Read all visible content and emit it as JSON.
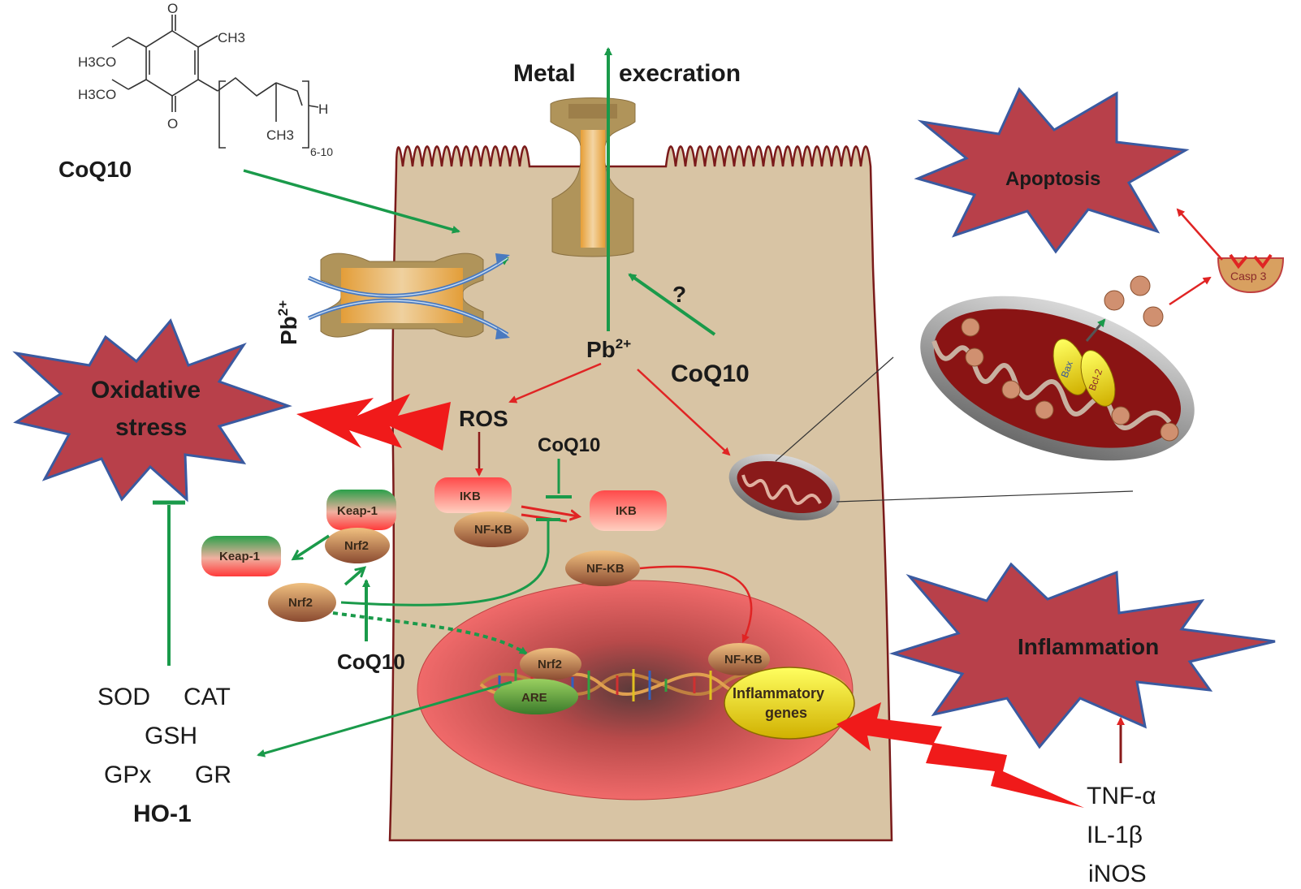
{
  "molecule": {
    "h3co_top": "H3CO",
    "h3co_bottom": "H3CO",
    "o_top": "O",
    "o_bottom": "O",
    "ch3_top": "CH3",
    "ch3_bottom": "CH3",
    "h_end": "H",
    "repeat": "6-10",
    "name": "CoQ10"
  },
  "top": {
    "metal": "Metal",
    "excretion": "execration"
  },
  "cell": {
    "pb_outside": "Pb2+",
    "pb_inside": "Pb2+",
    "question": "?",
    "coq10_right": "CoQ10",
    "ros": "ROS",
    "coq10_mid": "CoQ10",
    "coq10_bottom": "CoQ10",
    "ikb_left": "IKB",
    "nfkb_left": "NF-KB",
    "ikb_right": "IKB",
    "nfkb_right": "NF-KB",
    "keap_complex": "Keap-1",
    "nrf2_complex": "Nrf2",
    "keap_free": "Keap-1",
    "nrf2_free": "Nrf2",
    "nrf2_nucleus": "Nrf2",
    "nfkb_nucleus": "NF-KB",
    "are": "ARE",
    "inflam_genes_1": "Inflammatory",
    "inflam_genes_2": "genes"
  },
  "oxidative": {
    "line1": "Oxidative",
    "line2": "stress"
  },
  "antioxidants": {
    "sod": "SOD",
    "cat": "CAT",
    "gsh": "GSH",
    "gpx": "GPx",
    "gr": "GR",
    "ho1": "HO-1"
  },
  "apoptosis": {
    "label": "Apoptosis",
    "casp3": "Casp 3",
    "bax": "Bax",
    "bcl2": "Bcl-2"
  },
  "inflammation": {
    "label": "Inflammation",
    "tnf": "TNF-α",
    "il1b": "IL-1β",
    "inos": "iNOS"
  },
  "colors": {
    "green": "#1a9a4a",
    "red": "#e02424",
    "cell": "#d8c4a4",
    "burst": "#b8404a"
  }
}
